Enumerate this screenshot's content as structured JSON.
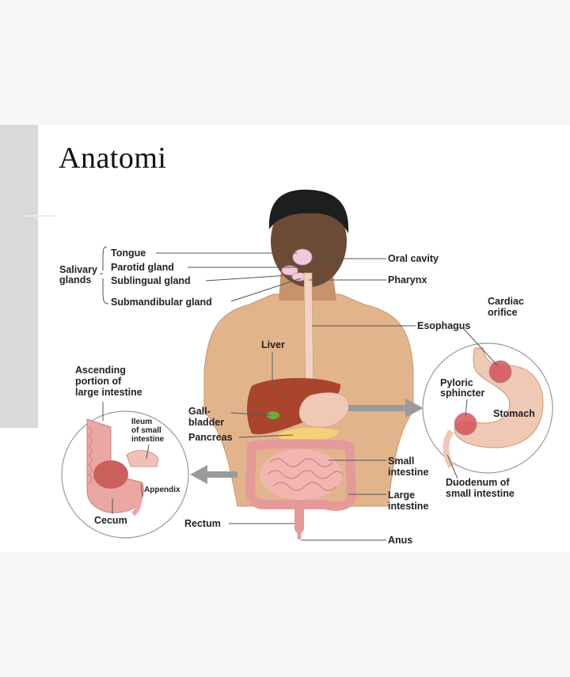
{
  "slide": {
    "title": "Anatomi"
  },
  "labels": {
    "salivary_line1": "Salivary",
    "salivary_line2": "glands",
    "tongue": "Tongue",
    "parotid": "Parotid gland",
    "sublingual": "Sublingual gland",
    "submandibular": "Submandibular gland",
    "oral_cavity": "Oral cavity",
    "pharynx": "Pharynx",
    "cardiac_line1": "Cardiac",
    "cardiac_line2": "orifice",
    "esophagus": "Esophagus",
    "liver": "Liver",
    "ascending_line1": "Ascending",
    "ascending_line2": "portion of",
    "ascending_line3": "large intestine",
    "ileum_line1": "Ileum",
    "ileum_line2": "of small",
    "ileum_line3": "intestine",
    "gall_line1": "Gall-",
    "gall_line2": "bladder",
    "pancreas": "Pancreas",
    "pyloric_line1": "Pyloric",
    "pyloric_line2": "sphincter",
    "stomach": "Stomach",
    "small_int_line1": "Small",
    "small_int_line2": "intestine",
    "duodenum_line1": "Duodenum of",
    "duodenum_line2": "small intestine",
    "appendix": "Appendix",
    "large_int_line1": "Large",
    "large_int_line2": "intestine",
    "cecum": "Cecum",
    "rectum": "Rectum",
    "anus": "Anus"
  },
  "colors": {
    "skin": "#e2b48c",
    "skin_shadow": "#c99470",
    "face": "#6b4a36",
    "hair": "#1e1e1e",
    "liver": "#a8452c",
    "intestine": "#eba7a4",
    "stomach": "#f0c9b6",
    "gland": "#f2c8da",
    "arrow": "#9a9a9a"
  }
}
